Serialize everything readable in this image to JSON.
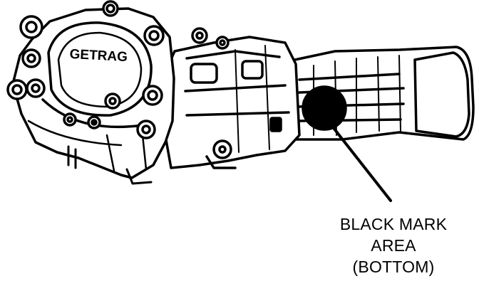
{
  "diagram": {
    "brand_marking": "GETRAG",
    "callout_lines": [
      "BLACK MARK",
      "AREA",
      "(BOTTOM)"
    ],
    "line_color": "#000000",
    "fill_color": "#ffffff",
    "mark_color": "#000000"
  }
}
